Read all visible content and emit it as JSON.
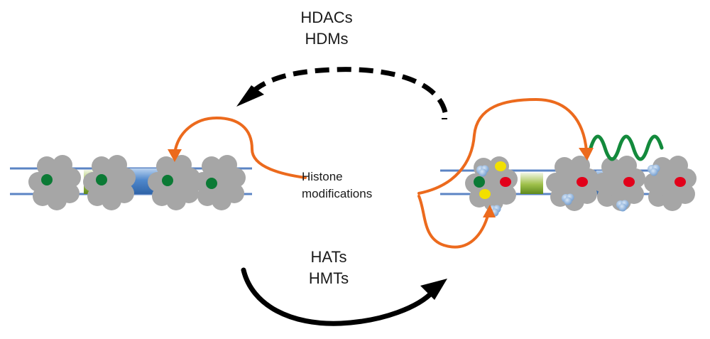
{
  "labels": {
    "top": [
      "HDACs",
      "HDMs"
    ],
    "bottom": [
      "HATs",
      "HMTs"
    ],
    "center": [
      "Histone",
      "modifications"
    ]
  },
  "colors": {
    "dna_strand": "#5b84c4",
    "linker_tube": "#4f88cc",
    "nucleosome": "#a6a6a6",
    "acetyl_green_dot": "#0b7a35",
    "red_mark": "#e2001a",
    "yellow_mark": "#f2e000",
    "blue_blob": "#8fb2d9",
    "arrow_orange": "#ec6a1d",
    "arrow_black": "#000000",
    "transcript_wave": "#138a3c",
    "green_block": "#7fa52a"
  },
  "icons": {
    "left_chromatin": "condensed-chromatin",
    "right_chromatin": "open-chromatin",
    "transcript": "mrna-wave-icon"
  }
}
